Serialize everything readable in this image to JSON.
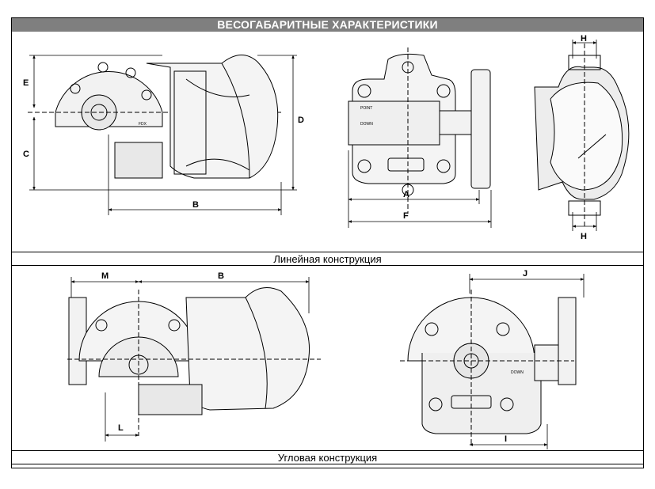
{
  "header": {
    "title": "ВЕСОГАБАРИТНЫЕ ХАРАКТЕРИСТИКИ"
  },
  "linear": {
    "caption": "Линейная конструкция",
    "dims": {
      "E": "E",
      "C": "C",
      "D": "D",
      "B": "B",
      "A": "A",
      "F": "F",
      "H_top": "H",
      "H_bottom": "H"
    },
    "markings": {
      "point": "POINT",
      "down": "DOWN"
    }
  },
  "angle": {
    "caption": "Угловая конструкция",
    "dims": {
      "M": "M",
      "B": "B",
      "L": "L",
      "J": "J",
      "I": "I"
    },
    "markings": {
      "down": "DOWN"
    }
  }
}
